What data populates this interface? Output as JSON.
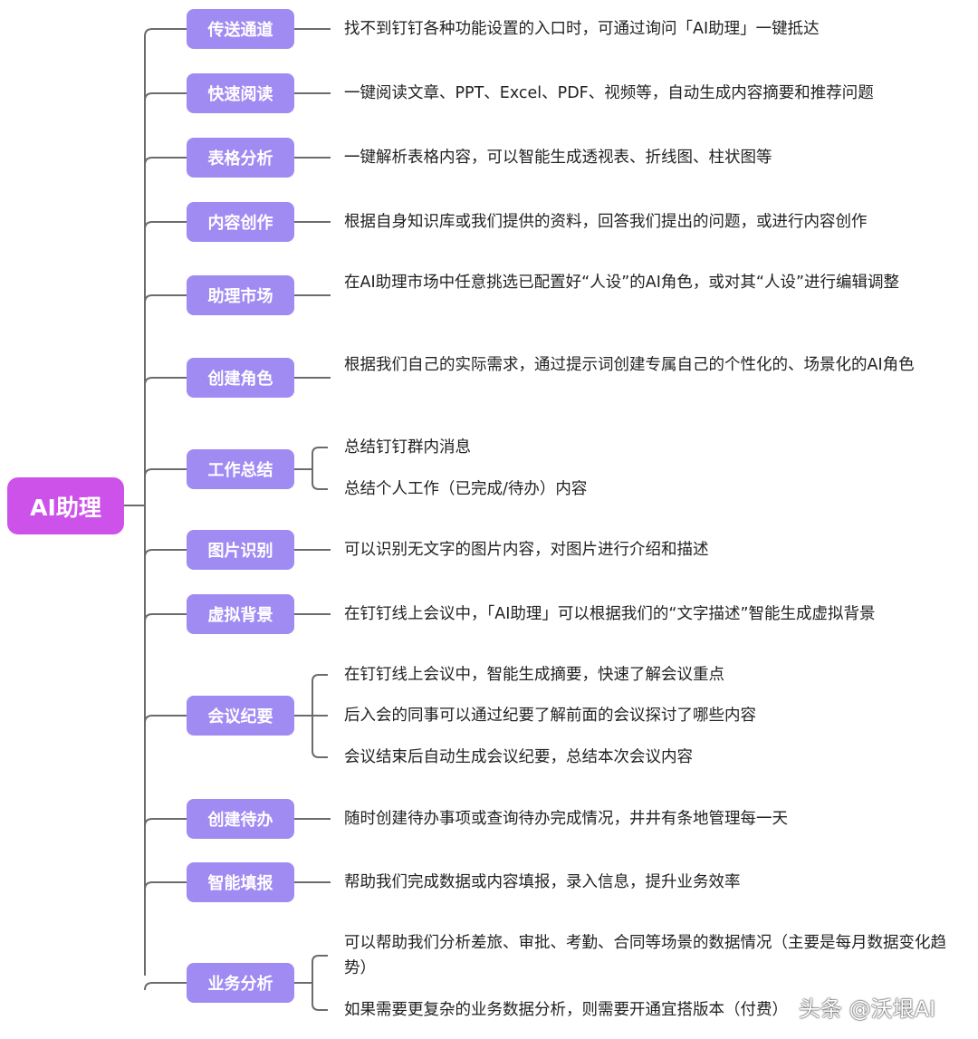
{
  "colors": {
    "root": "#cc52ea",
    "branch": "#a08bf2",
    "line": "#6b6b6b"
  },
  "root": {
    "label": "AI助理"
  },
  "branches": [
    {
      "label": "传送通道",
      "items": [
        "找不到钉钉各种功能设置的入口时，可通过询问「AI助理」一键抵达"
      ]
    },
    {
      "label": "快速阅读",
      "items": [
        "一键阅读文章、PPT、Excel、PDF、视频等，自动生成内容摘要和推荐问题"
      ]
    },
    {
      "label": "表格分析",
      "items": [
        "一键解析表格内容，可以智能生成透视表、折线图、柱状图等"
      ]
    },
    {
      "label": "内容创作",
      "items": [
        "根据自身知识库或我们提供的资料，回答我们提出的问题，或进行内容创作"
      ]
    },
    {
      "label": "助理市场",
      "items": [
        "在AI助理市场中任意挑选已配置好“人设”的AI角色，或对其“人设”进行编辑调整"
      ]
    },
    {
      "label": "创建角色",
      "items": [
        "根据我们自己的实际需求，通过提示词创建专属自己的个性化的、场景化的AI角色"
      ]
    },
    {
      "label": "工作总结",
      "items": [
        "总结钉钉群内消息",
        "总结个人工作（已完成/待办）内容"
      ]
    },
    {
      "label": "图片识别",
      "items": [
        "可以识别无文字的图片内容，对图片进行介绍和描述"
      ]
    },
    {
      "label": "虚拟背景",
      "items": [
        "在钉钉线上会议中，「AI助理」可以根据我们的“文字描述”智能生成虚拟背景"
      ]
    },
    {
      "label": "会议纪要",
      "items": [
        "在钉钉线上会议中，智能生成摘要，快速了解会议重点",
        "后入会的同事可以通过纪要了解前面的会议探讨了哪些内容",
        "会议结束后自动生成会议纪要，总结本次会议内容"
      ]
    },
    {
      "label": "创建待办",
      "items": [
        "随时创建待办事项或查询待办完成情况，井井有条地管理每一天"
      ]
    },
    {
      "label": "智能填报",
      "items": [
        "帮助我们完成数据或内容填报，录入信息，提升业务效率"
      ]
    },
    {
      "label": "业务分析",
      "items": [
        "可以帮助我们分析差旅、审批、考勤、合同等场景的数据情况（主要是每月数据变化趋势）",
        "如果需要更复杂的业务数据分析，则需要开通宜搭版本（付费）"
      ]
    }
  ],
  "watermark": "头条 @沃垠AI"
}
